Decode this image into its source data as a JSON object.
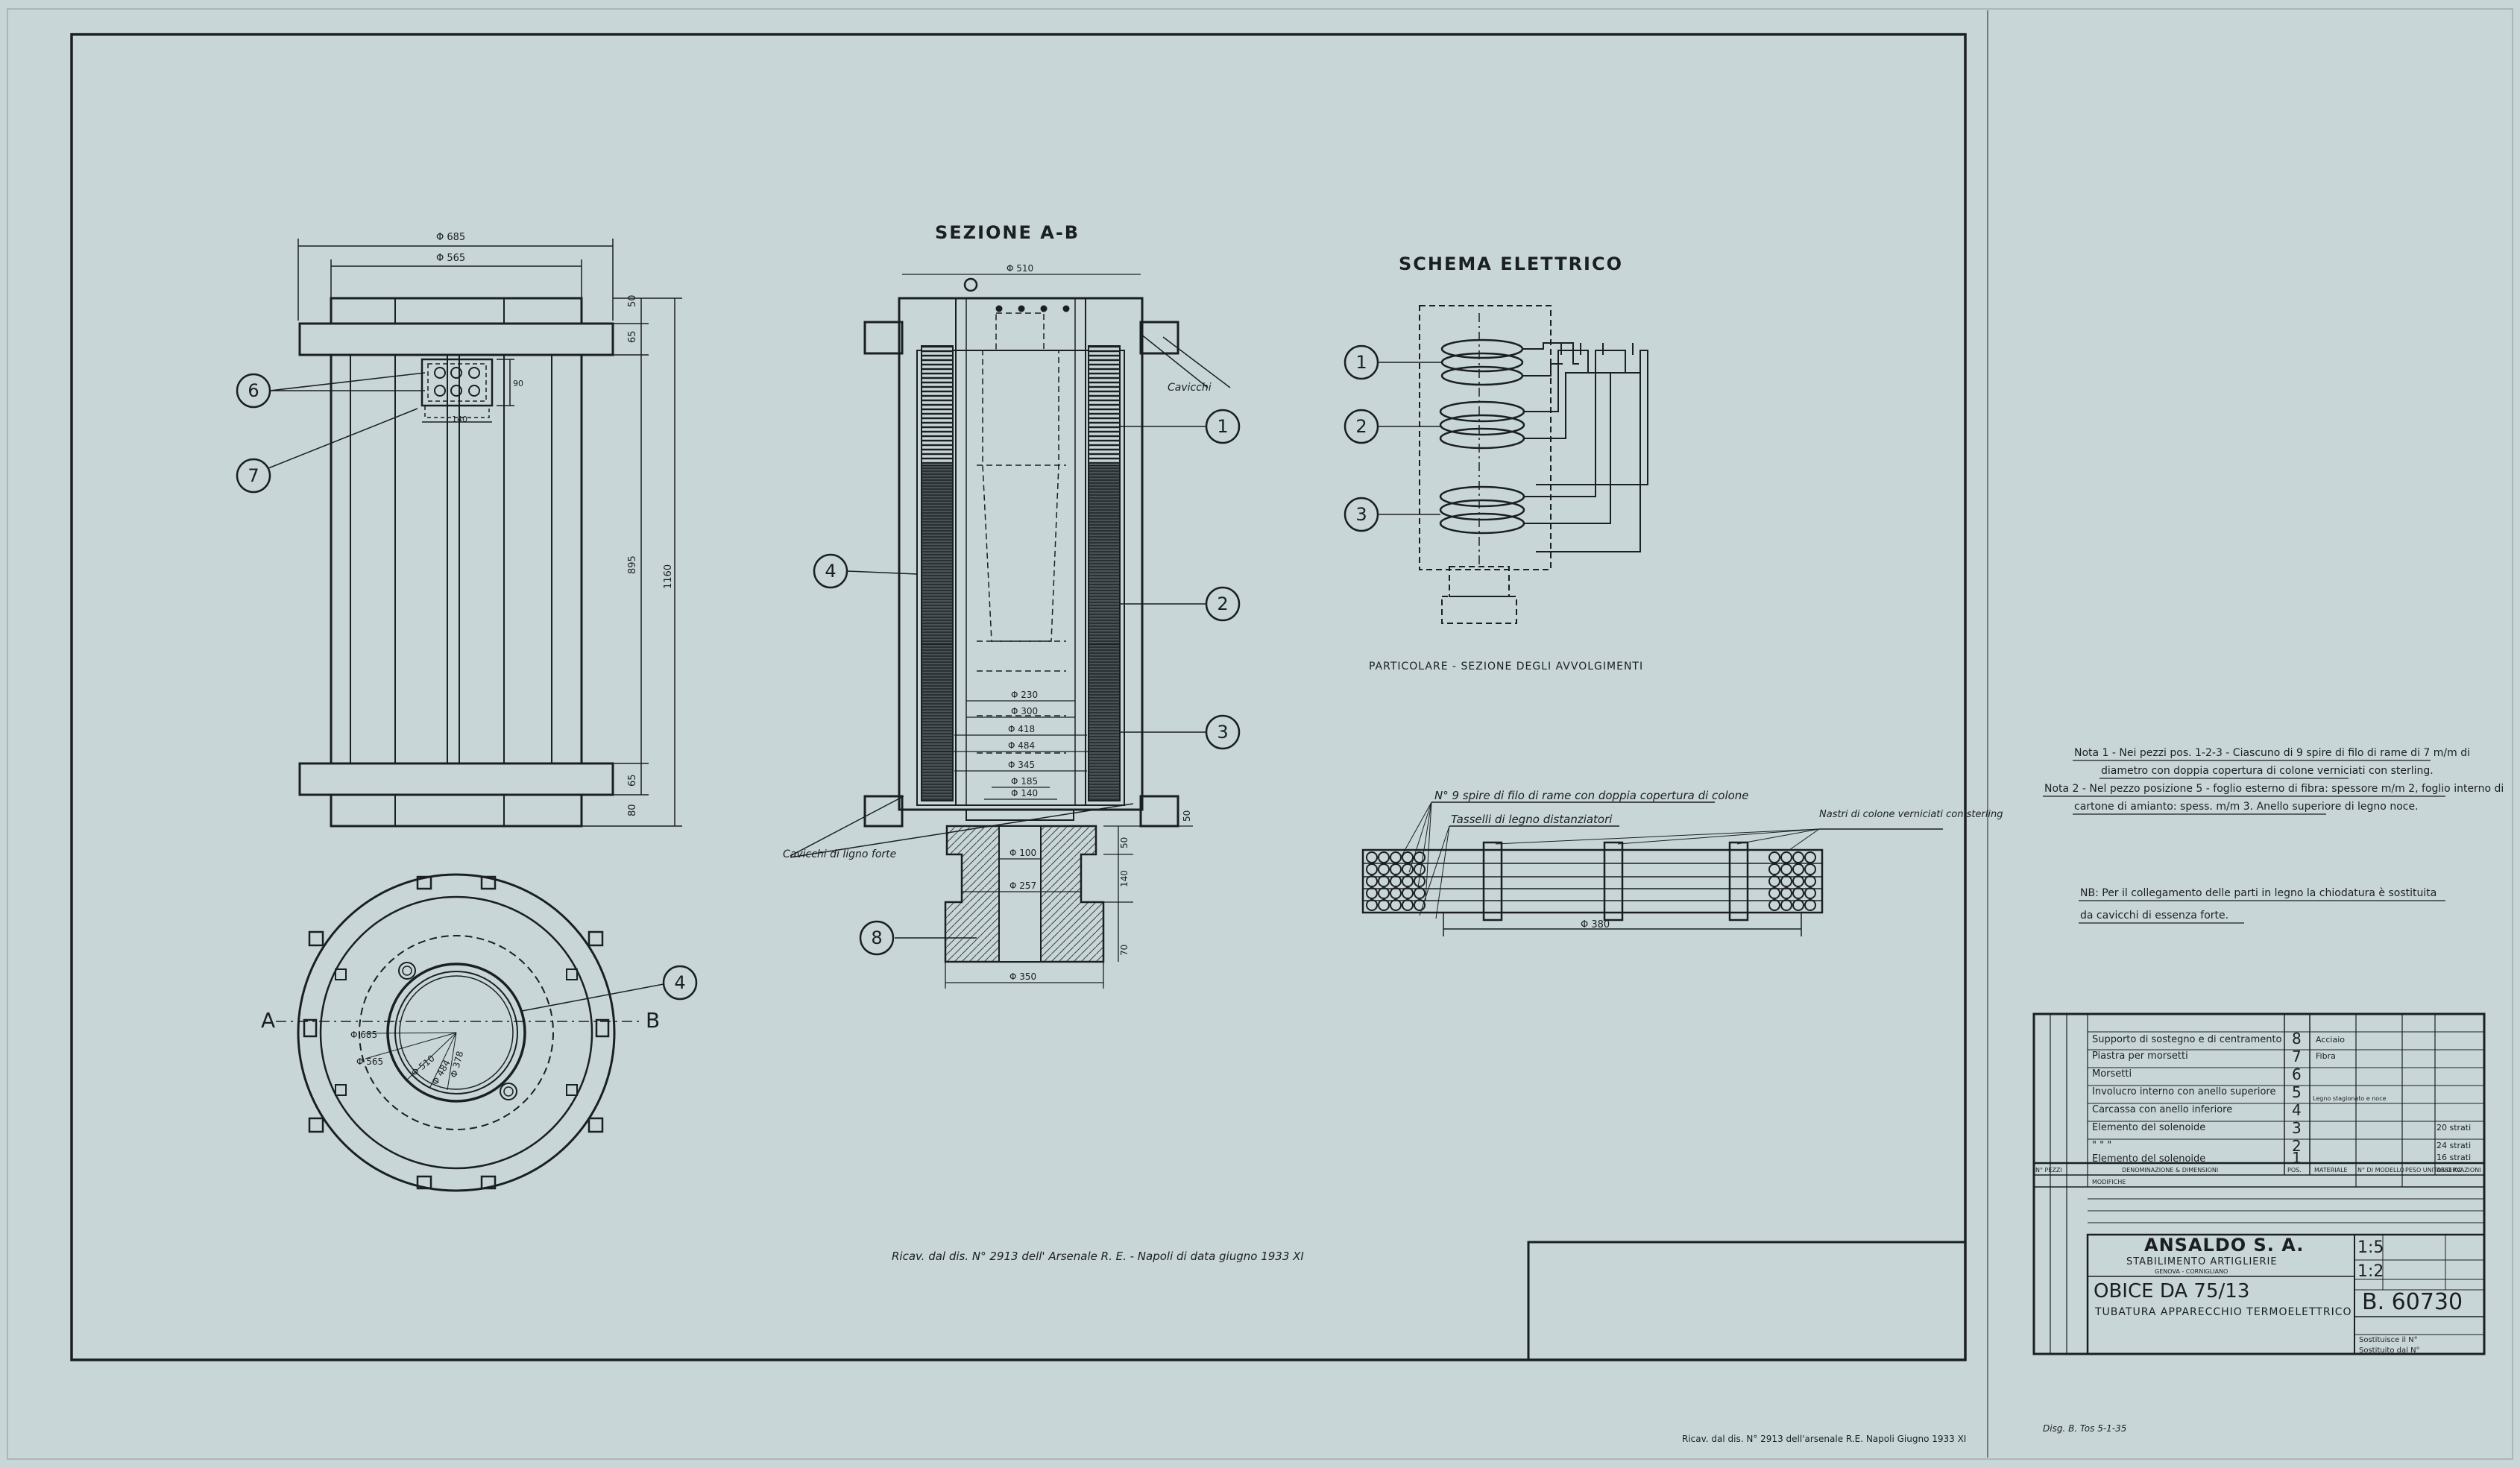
{
  "views": {
    "section_title": "SEZIONE A-B",
    "schema_title": "SCHEMA ELETTRICO",
    "detail_caption": "PARTICOLARE - SEZIONE DEGLI AVVOLGIMENTI",
    "plan_label_a": "A",
    "plan_label_b": "B"
  },
  "dimensions": {
    "outer_width": "Φ 685",
    "inner_width": "Φ 565",
    "bolt_height": "65",
    "bolt_gap": "50",
    "terminal_h": "90",
    "terminal_w": "140",
    "height_895": "895",
    "height_1160": "1160",
    "bottom_65": "65",
    "bottom_80": "80",
    "section_top": "Φ 510",
    "d230": "Φ 230",
    "d300": "Φ 300",
    "d418": "Φ 418",
    "d484": "Φ 484",
    "d345": "Φ 345",
    "d185": "Φ 185",
    "d140": "Φ 140",
    "d100": "Φ 100",
    "d257": "Φ 257",
    "d350": "Φ 350",
    "h50a": "50",
    "h140": "140",
    "h70": "70",
    "h50b": "50",
    "plan_685": "Φ 685",
    "plan_565": "Φ 565",
    "plan_510": "Φ 510",
    "plan_484": "Φ 484",
    "plan_378": "Φ 378",
    "detail_380": "Φ 380"
  },
  "callouts": {
    "c1": "1",
    "c2": "2",
    "c3": "3",
    "c4": "4",
    "c5": "4",
    "c6": "6",
    "c7": "7",
    "c8": "8",
    "s1": "1",
    "s2": "2",
    "s3": "3"
  },
  "labels": {
    "cavicchi": "Cavicchi",
    "cavicchi_ferro": "Cavicchi di ligno forte",
    "spire_note": "N° 9 spire di filo di rame con doppia copertura di colone",
    "tasselli": "Tasselli di legno distanziatori",
    "nastri": "Nastri di colone verniciati con sterling",
    "ricav": "Ricav. dal dis. N° 2913 dell' Arsenale R. E. - Napoli di data giugno 1933 XI"
  },
  "notes": {
    "nota1a": "Nota 1 - Nei pezzi pos. 1-2-3 - Ciascuno di 9 spire di filo di rame di 7 m/m di",
    "nota1b": "diametro con doppia copertura di colone verniciati con sterling.",
    "nota2a": "Nota 2 - Nel pezzo posizione 5 - foglio esterno di fibra: spessore m/m 2, foglio interno di",
    "nota2b": "cartone di amianto: spess. m/m 3. Anello superiore di legno noce.",
    "nb1": "NB: Per il collegamento delle parti in legno la chiodatura è sostituita",
    "nb2": "da cavicchi di essenza forte."
  },
  "parts_table": {
    "rows": [
      {
        "desc": "Supporto di sostegno e di centramento",
        "n": "8",
        "mat": "Acciaio",
        "note": ""
      },
      {
        "desc": "Piastra per morsetti",
        "n": "7",
        "mat": "Fibra",
        "note": ""
      },
      {
        "desc": "Morsetti",
        "n": "6",
        "mat": "",
        "note": ""
      },
      {
        "desc": "Involucro interno con anello superiore",
        "n": "5",
        "mat": "",
        "note": ""
      },
      {
        "desc": "Carcassa con anello inferiore",
        "n": "4",
        "mat": "Legno stagionato e noce",
        "note": ""
      },
      {
        "desc": "Elemento del solenoide",
        "n": "3",
        "mat": "",
        "note": "20 strati"
      },
      {
        "desc": "\"     \"     \"",
        "n": "2",
        "mat": "",
        "note": "24 strati"
      },
      {
        "desc": "Elemento del solenoide",
        "n": "1",
        "mat": "",
        "note": "16 strati"
      }
    ],
    "header": {
      "pezzi": "N° PEZZI",
      "denominazione": "DENOMINAZIONE & DIMENSIONI",
      "pos": "POS.",
      "materiale": "MATERIALE",
      "modello": "N° DI MODELLO",
      "peso": "PESO UNITARIO KG",
      "osservazioni": "OSSERVAZIONI"
    },
    "modifiche": "MODIFICHE"
  },
  "title_block": {
    "company": "ANSALDO S. A.",
    "division": "STABILIMENTO ARTIGLIERIE",
    "city": "GENOVA - CORNIGLIANO",
    "scale1": "1:5",
    "scale2": "1:2",
    "object": "OBICE DA 75/13",
    "subject": "TUBATURA APPARECCHIO TERMOELETTRICO",
    "drawing_no": "B. 60730",
    "sost_1": "Sostituisce il N°",
    "sost_2": "Sostituito dal N°"
  },
  "footer": {
    "ricav2": "Ricav. dal dis. N° 2913 dell'arsenale R.E. Napoli  Giugno 1933 XI",
    "signature": "Disg. B. Tos 5-1-35"
  }
}
